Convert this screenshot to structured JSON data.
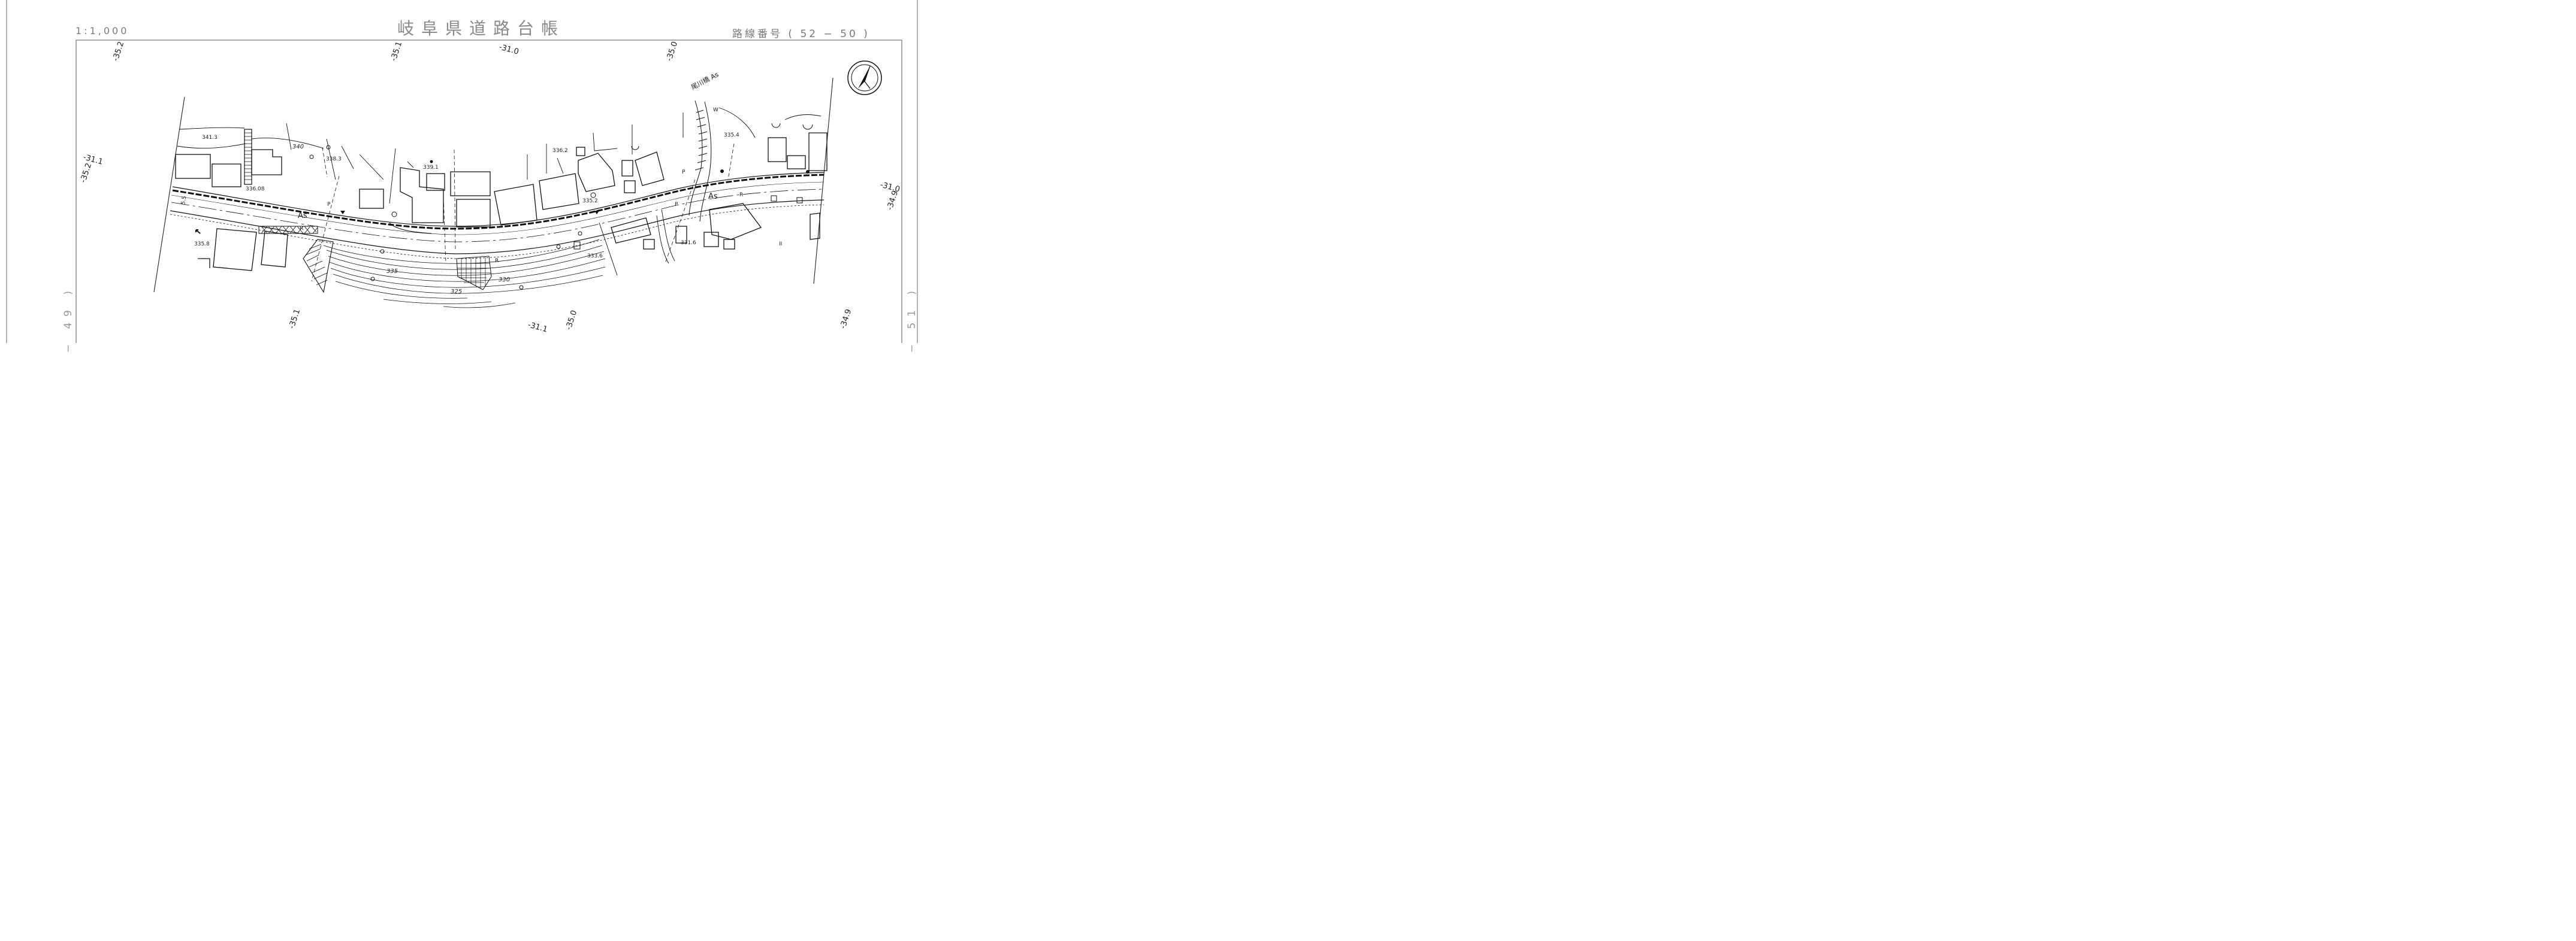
{
  "header": {
    "scale": "1:1,000",
    "title": "岐阜県道路台帳",
    "route_number": "路線番号 ( 52 − 50 )"
  },
  "sheet_refs": {
    "previous": "− 49 )",
    "next": "− 51 )"
  },
  "grid_labels": {
    "top": [
      "-35.2",
      "-35.1",
      "-31.0",
      "-35.0"
    ],
    "left": [
      "-31.1",
      "-35.2"
    ],
    "right": [
      "-31.0",
      "-34.9"
    ],
    "bottom": [
      "-35.1",
      "-31.1",
      "-35.0",
      "-34.9"
    ]
  },
  "elevations": [
    "341.3",
    "338.3",
    "339.1",
    "336.2",
    "335.4",
    "336.08",
    "335.2",
    "335.8",
    "333.6",
    "331.6"
  ],
  "contours": [
    "340",
    "335",
    "330",
    "325"
  ],
  "road": {
    "surface_labels": [
      "As",
      "As"
    ],
    "markers": [
      "R",
      "R",
      "R"
    ],
    "pole_labels": [
      "P",
      "P",
      "P"
    ],
    "width_label": "5.5",
    "bridge": "尾川橋 As"
  },
  "symbols": {
    "w_label": "W",
    "water_label": "II"
  },
  "north_arrow": {
    "icon": "north-arrow-icon"
  }
}
